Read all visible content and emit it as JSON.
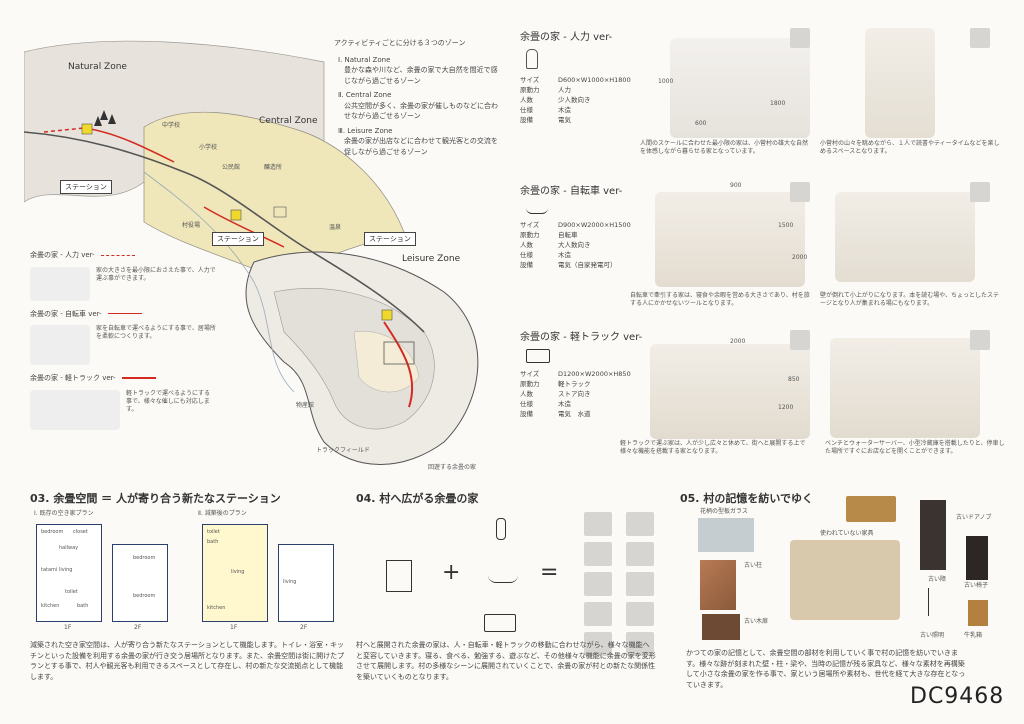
{
  "map": {
    "zones_title": "アクティビティごとに分ける３つのゾーン",
    "zones": [
      {
        "name": "Ⅰ. Natural Zone",
        "desc": "豊かな森や川など、余畳の家で大自然を間近で感じながら過ごせるゾーン"
      },
      {
        "name": "Ⅱ. Central Zone",
        "desc": "公共空間が多く、余畳の家が催しものなどに合わせながら過ごせるゾーン"
      },
      {
        "name": "Ⅲ. Leisure Zone",
        "desc": "余畳の家が出店などに合わせて観光客との交流を促しながら過ごせるゾーン"
      }
    ],
    "zone_labels": {
      "natural": "Natural Zone",
      "central": "Central Zone",
      "leisure": "Leisure Zone"
    },
    "places": [
      "中学校",
      "小学校",
      "公民館",
      "醸造所",
      "村役場",
      "温泉",
      "物産館",
      "トラックフィールド"
    ],
    "stations": [
      "ステーション",
      "ステーション",
      "ステーション"
    ],
    "legend": [
      {
        "label": "余畳の家 - 人力 ver-",
        "desc": "家の大きさを最小限におさえた事で、人力で運ぶ事ができます。"
      },
      {
        "label": "余畳の家 - 自転車 ver-",
        "desc": "家を自転車で運べるようにする事で、居場所を柔軟につくります。"
      },
      {
        "label": "余畳の家 - 軽トラック ver-",
        "desc": "軽トラックで運べるようにする事で、様々な催しにも対応します。"
      }
    ],
    "caption": "回遊する余畳の家"
  },
  "types": [
    {
      "title": "余畳の家 - 人力 ver-",
      "specs": [
        [
          "サイズ",
          "D600×W1000×H1800"
        ],
        [
          "原動力",
          "人力"
        ],
        [
          "人数",
          "少人数向き"
        ],
        [
          "仕様",
          "木造"
        ],
        [
          "設備",
          "電気"
        ]
      ],
      "dims": [
        "1000",
        "1800",
        "600"
      ],
      "caption1": "人間のスケールに合わせた最小限の家は、小菅村の雄大な自然を体感しながら暮らせる家となっています。",
      "caption2": "小菅村の山々を眺めながら、１人で読書やティータイムなどを楽しめるスペースとなります。"
    },
    {
      "title": "余畳の家 - 自転車 ver-",
      "specs": [
        [
          "サイズ",
          "D900×W2000×H1500"
        ],
        [
          "原動力",
          "自転車"
        ],
        [
          "人数",
          "大人数向き"
        ],
        [
          "仕様",
          "木造"
        ],
        [
          "設備",
          "電気（自家発電可）"
        ]
      ],
      "dims": [
        "900",
        "1500",
        "2000"
      ],
      "caption1": "自転車で牽引する家は、寝食や余暇を営める大きさであり、村を旅する人にかかせないツールとなります。",
      "caption2": "壁が倒れて小上がりになります。本を読む場や、ちょっとしたステージとなり人が集まれる場にもなります。"
    },
    {
      "title": "余畳の家 - 軽トラック ver-",
      "specs": [
        [
          "サイズ",
          "D1200×W2000×H850"
        ],
        [
          "原動力",
          "軽トラック"
        ],
        [
          "人数",
          "ストア向き"
        ],
        [
          "仕様",
          "木造"
        ],
        [
          "設備",
          "電気　水道"
        ]
      ],
      "dims": [
        "2000",
        "850",
        "1200"
      ],
      "caption1": "軽トラックで運ぶ家は、人が少し広々と休めて、街へと展開する上で様々な機能を搭載する家となります。",
      "caption2": "ベンチとウォーターサーバー、小型冷蔵庫を搭載したりと、停車した場所ですぐにお店などを開くことができます。"
    }
  ],
  "sec03": {
    "title": "03. 余畳空間 ＝ 人が寄り合う新たなステーション",
    "plan1": "Ⅰ. 既存の空き家プラン",
    "plan2": "Ⅱ. 減築後のプラン",
    "floors": [
      "1F",
      "2F",
      "1F",
      "2F"
    ],
    "rooms_before": [
      "bedroom",
      "closet",
      "hallway",
      "living",
      "tatami",
      "kitchen",
      "toilet",
      "bath",
      "bedroom",
      "bedroom"
    ],
    "rooms_after": [
      "toilet",
      "bath",
      "kitchen",
      "living",
      "living"
    ],
    "text": "減築された空き家空間は、人が寄り合う新たなステーションとして機能します。トイレ・浴室・キッチンといった設備を利用する余畳の家が行き交う居場所となります。また、余畳空間は街に開けたプランとする事で、村人や観光客も利用できるスペースとして存在し、村の新たな交流拠点として機能します。"
  },
  "sec04": {
    "title": "04. 村へ広がる余畳の家",
    "plus": "+",
    "equals": "=",
    "text": "村へと展開された余畳の家は、人・自転車・軽トラックの移動に合わせながら、様々な機能へと変容していきます。寝る、食べる、勉強する、遊ぶなど、その他様々な機能に余畳の家を変形させて展開します。村の多様なシーンに展開されていくことで、余畳の家が村との新たな関係性を築いていくものとなります。"
  },
  "sec05": {
    "title": "05. 村の記憶を紡いでゆく",
    "items": [
      "花柄の型板ガラス",
      "古いドアノブ",
      "使われていない家具",
      "古い柱",
      "古い障",
      "古い椅子",
      "古い木扉",
      "古い照明",
      "牛乳箱"
    ],
    "text": "かつての家の記憶として、余畳空間の部材を利用していく事で村の記憶を紡いでいきます。様々な跡が刻まれた壁・柱・梁や、当時の記憶が残る家具など、様々な素材を再構築して小さな余畳の家を作る事で、家という居場所や素材も、世代を経て大きな存在となっていきます。"
  },
  "id": "DC9468"
}
